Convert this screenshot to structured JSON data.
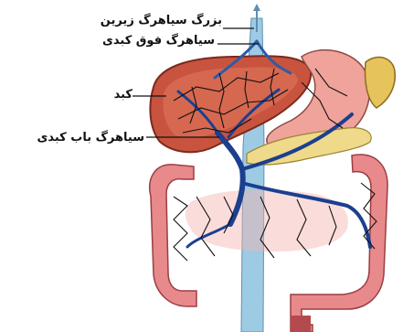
{
  "labels": {
    "ivc": "بزرگ سیاهرگ زیرین",
    "hepatic_veins": "سیاهرگ فوق کبدی",
    "liver": "کبد",
    "portal_vein": "سیاهرگ باب کبدی"
  },
  "colors": {
    "liver": "#c8533f",
    "liver_light": "#e27a5f",
    "intestine": "#e8898c",
    "intestine_light": "#f4b3b0",
    "stomach": "#efa39b",
    "spleen": "#e7c35c",
    "pancreas": "#efd98a",
    "portal": "#1c3f8f",
    "vena_cava": "#9ecbe4",
    "vessel_black": "#111111"
  }
}
